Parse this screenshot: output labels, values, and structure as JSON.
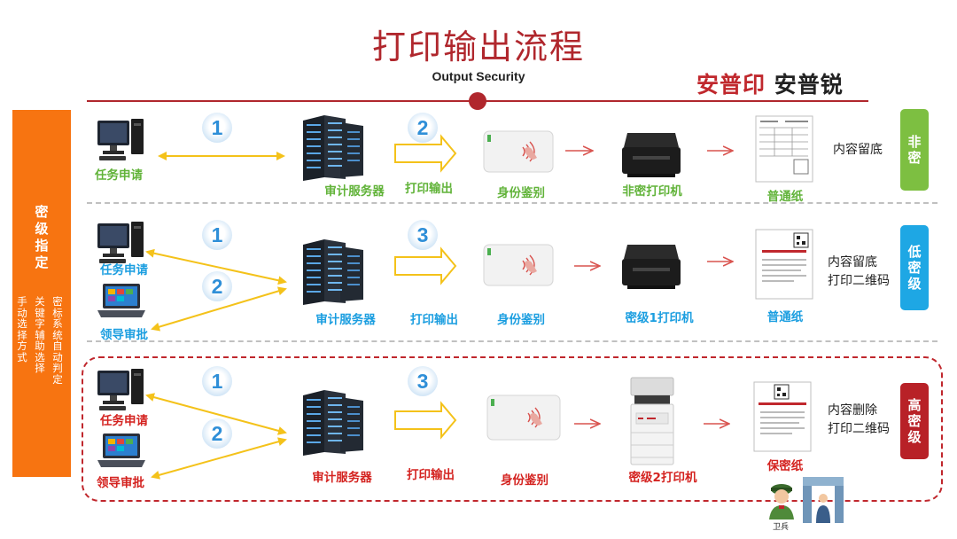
{
  "header": {
    "title": "打印输出流程",
    "subtitle": "Output Security",
    "brand_part1": "安普印",
    "brand_part2": "安普锐"
  },
  "sidebar": {
    "main_label": "密级指定",
    "col1": "密标系统自动判定",
    "col2": "关键字辅助选择",
    "col3": "手动选择方式"
  },
  "rows": [
    {
      "level_tag": "非密",
      "level_color": "#7dbf41",
      "label_color": "#61b339",
      "task_label": "任务申请",
      "server_label": "审计服务器",
      "step_request": "1",
      "step_print": "2",
      "print_output_label": "打印输出",
      "auth_label": "身份鉴别",
      "printer_label": "非密打印机",
      "paper_label": "普通纸",
      "result_text": [
        "内容留底"
      ]
    },
    {
      "level_tag": "低密级",
      "level_color": "#1ea7e4",
      "label_color": "#1b9ee0",
      "task_label": "任务申请",
      "leader_label": "领导审批",
      "server_label": "审计服务器",
      "step_request": "1",
      "step_approve": "2",
      "step_print": "3",
      "print_output_label": "打印输出",
      "auth_label": "身份鉴别",
      "printer_label": "密级1打印机",
      "paper_label": "普通纸",
      "result_text": [
        "内容留底",
        "打印二维码"
      ]
    },
    {
      "level_tag": "高密级",
      "level_color": "#b82127",
      "label_color": "#d42320",
      "task_label": "任务申请",
      "leader_label": "领导审批",
      "server_label": "审计服务器",
      "step_request": "1",
      "step_approve": "2",
      "step_print": "3",
      "print_output_label": "打印输出",
      "auth_label": "身份鉴别",
      "printer_label": "密级2打印机",
      "paper_label": "保密纸",
      "result_text": [
        "内容删除",
        "打印二维码"
      ],
      "guard_label": "卫兵"
    }
  ],
  "colors": {
    "accent_red": "#b0272d",
    "sidebar_orange": "#f77411",
    "arrow_yellow": "#f4c21a",
    "arrow_red": "#d9534f",
    "number_blue": "#2f8fd8"
  }
}
